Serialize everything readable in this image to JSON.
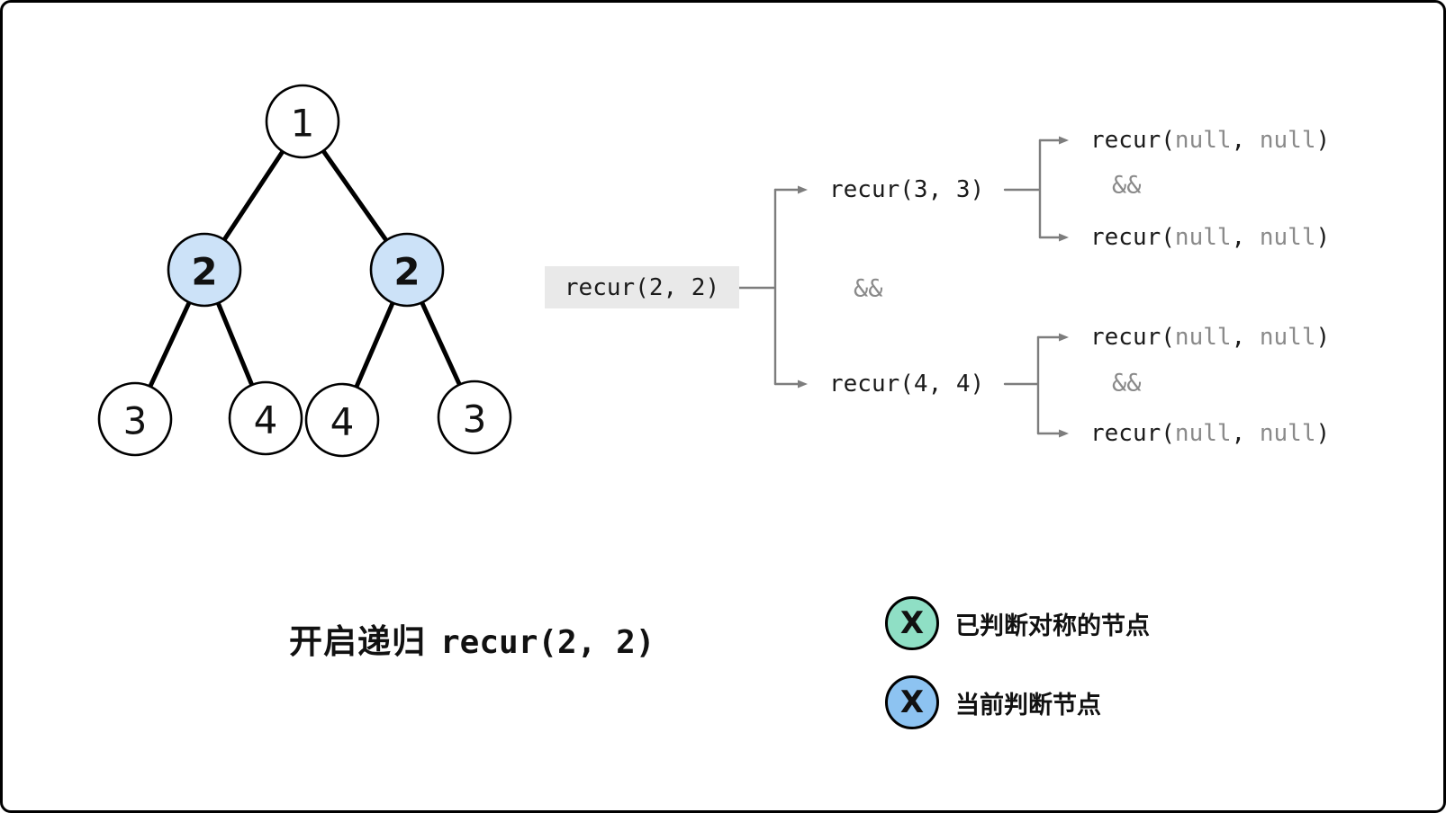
{
  "figure": {
    "background": "#ffffff",
    "border_color": "#000000"
  },
  "tree": {
    "nodes": [
      {
        "id": "n1",
        "label": "1",
        "state": "plain"
      },
      {
        "id": "n2L",
        "label": "2",
        "state": "current"
      },
      {
        "id": "n2R",
        "label": "2",
        "state": "current"
      },
      {
        "id": "n3L",
        "label": "3",
        "state": "plain"
      },
      {
        "id": "n4L",
        "label": "4",
        "state": "plain"
      },
      {
        "id": "n4R",
        "label": "4",
        "state": "plain"
      },
      {
        "id": "n3R",
        "label": "3",
        "state": "plain"
      }
    ],
    "edges": [
      [
        "n1",
        "n2L"
      ],
      [
        "n1",
        "n2R"
      ],
      [
        "n2L",
        "n3L"
      ],
      [
        "n2L",
        "n4L"
      ],
      [
        "n2R",
        "n4R"
      ],
      [
        "n2R",
        "n3R"
      ]
    ],
    "colors": {
      "plain_fill": "#ffffff",
      "current_fill": "#cce2f8",
      "stroke": "#000000"
    }
  },
  "recursion": {
    "root_call": {
      "segments": [
        {
          "t": "recur(2, 2)"
        }
      ]
    },
    "call_33": {
      "segments": [
        {
          "t": "recur(3, 3)"
        }
      ]
    },
    "call_44": {
      "segments": [
        {
          "t": "recur(4, 4)"
        }
      ]
    },
    "and_op": {
      "segments": [
        {
          "t": "&&",
          "muted": true
        }
      ]
    },
    "null_call": {
      "segments": [
        {
          "t": "recur("
        },
        {
          "t": "null",
          "muted": true
        },
        {
          "t": ", "
        },
        {
          "t": "null",
          "muted": true
        },
        {
          "t": ")"
        }
      ]
    },
    "line_color": "#7d7d7d",
    "box_bg": "#e9e9e9",
    "muted_color": "#8a8a8a"
  },
  "caption": {
    "prefix": "开启递归",
    "code": "recur(2, 2)"
  },
  "legend": {
    "items": [
      {
        "symbol": "X",
        "color": "#8fdfc5",
        "label": "已判断对称的节点"
      },
      {
        "symbol": "X",
        "color": "#8dc3f1",
        "label": "当前判断节点"
      }
    ]
  }
}
